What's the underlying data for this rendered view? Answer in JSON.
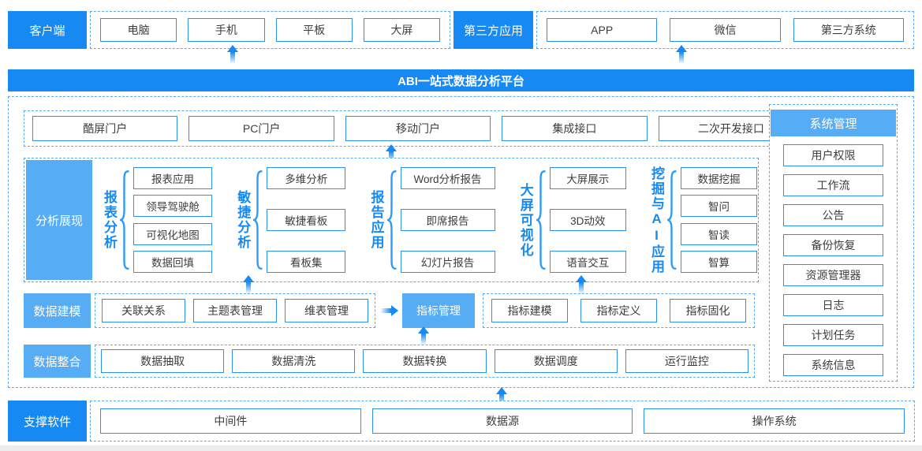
{
  "palette": {
    "primary_blue": "#1789f2",
    "light_blue": "#57acf6",
    "box_border": "#2a92f3",
    "dashed_border": "#58aaf4",
    "box_text": "#3d3d3d"
  },
  "top": {
    "client": {
      "label": "客户端",
      "items": [
        "电脑",
        "手机",
        "平板",
        "大屏"
      ]
    },
    "third_party": {
      "label": "第三方应用",
      "items": [
        "APP",
        "微信",
        "第三方系统"
      ]
    }
  },
  "banner": {
    "title": "ABI一站式数据分析平台"
  },
  "portals": [
    "酷屏门户",
    "PC门户",
    "移动门户",
    "集成接口",
    "二次开发接口"
  ],
  "analysis": {
    "label": "分析展现",
    "groups": [
      {
        "name": "报表分析",
        "items": [
          "报表应用",
          "领导驾驶舱",
          "可视化地图",
          "数据回填"
        ]
      },
      {
        "name": "敏捷分析",
        "items": [
          "多维分析",
          "敏捷看板",
          "看板集"
        ]
      },
      {
        "name": "报告应用",
        "items": [
          "Word分析报告",
          "即席报告",
          "幻灯片报告"
        ]
      },
      {
        "name": "大屏可视化",
        "items": [
          "大屏展示",
          "3D动效",
          "语音交互"
        ]
      },
      {
        "name": "挖掘与AI应用",
        "items": [
          "数据挖掘",
          "智问",
          "智读",
          "智算"
        ]
      }
    ]
  },
  "modeling": {
    "label": "数据建模",
    "items": [
      "关联关系",
      "主题表管理",
      "维表管理"
    ],
    "highlight": "指标管理",
    "sub_items": [
      "指标建模",
      "指标定义",
      "指标固化"
    ]
  },
  "integration": {
    "label": "数据整合",
    "items": [
      "数据抽取",
      "数据清洗",
      "数据转换",
      "数据调度",
      "运行监控"
    ]
  },
  "system": {
    "label": "系统管理",
    "items": [
      "用户权限",
      "工作流",
      "公告",
      "备份恢复",
      "资源管理器",
      "日志",
      "计划任务",
      "系统信息"
    ]
  },
  "support": {
    "label": "支撑软件",
    "items": [
      "中间件",
      "数据源",
      "操作系统"
    ]
  }
}
